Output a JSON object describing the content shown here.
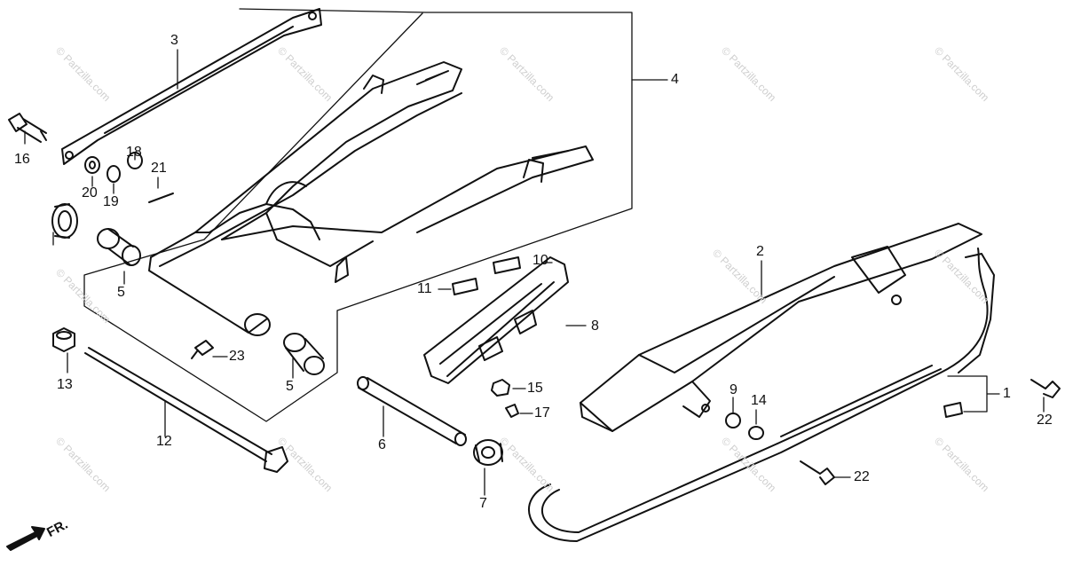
{
  "watermark_text": "© Partzilla.com",
  "direction_label": "FR.",
  "callouts": [
    "1",
    "2",
    "3",
    "4",
    "5",
    "5",
    "6",
    "7",
    "8",
    "9",
    "10",
    "11",
    "12",
    "13",
    "14",
    "15",
    "16",
    "17",
    "18",
    "19",
    "20",
    "21",
    "22",
    "22",
    "23"
  ]
}
